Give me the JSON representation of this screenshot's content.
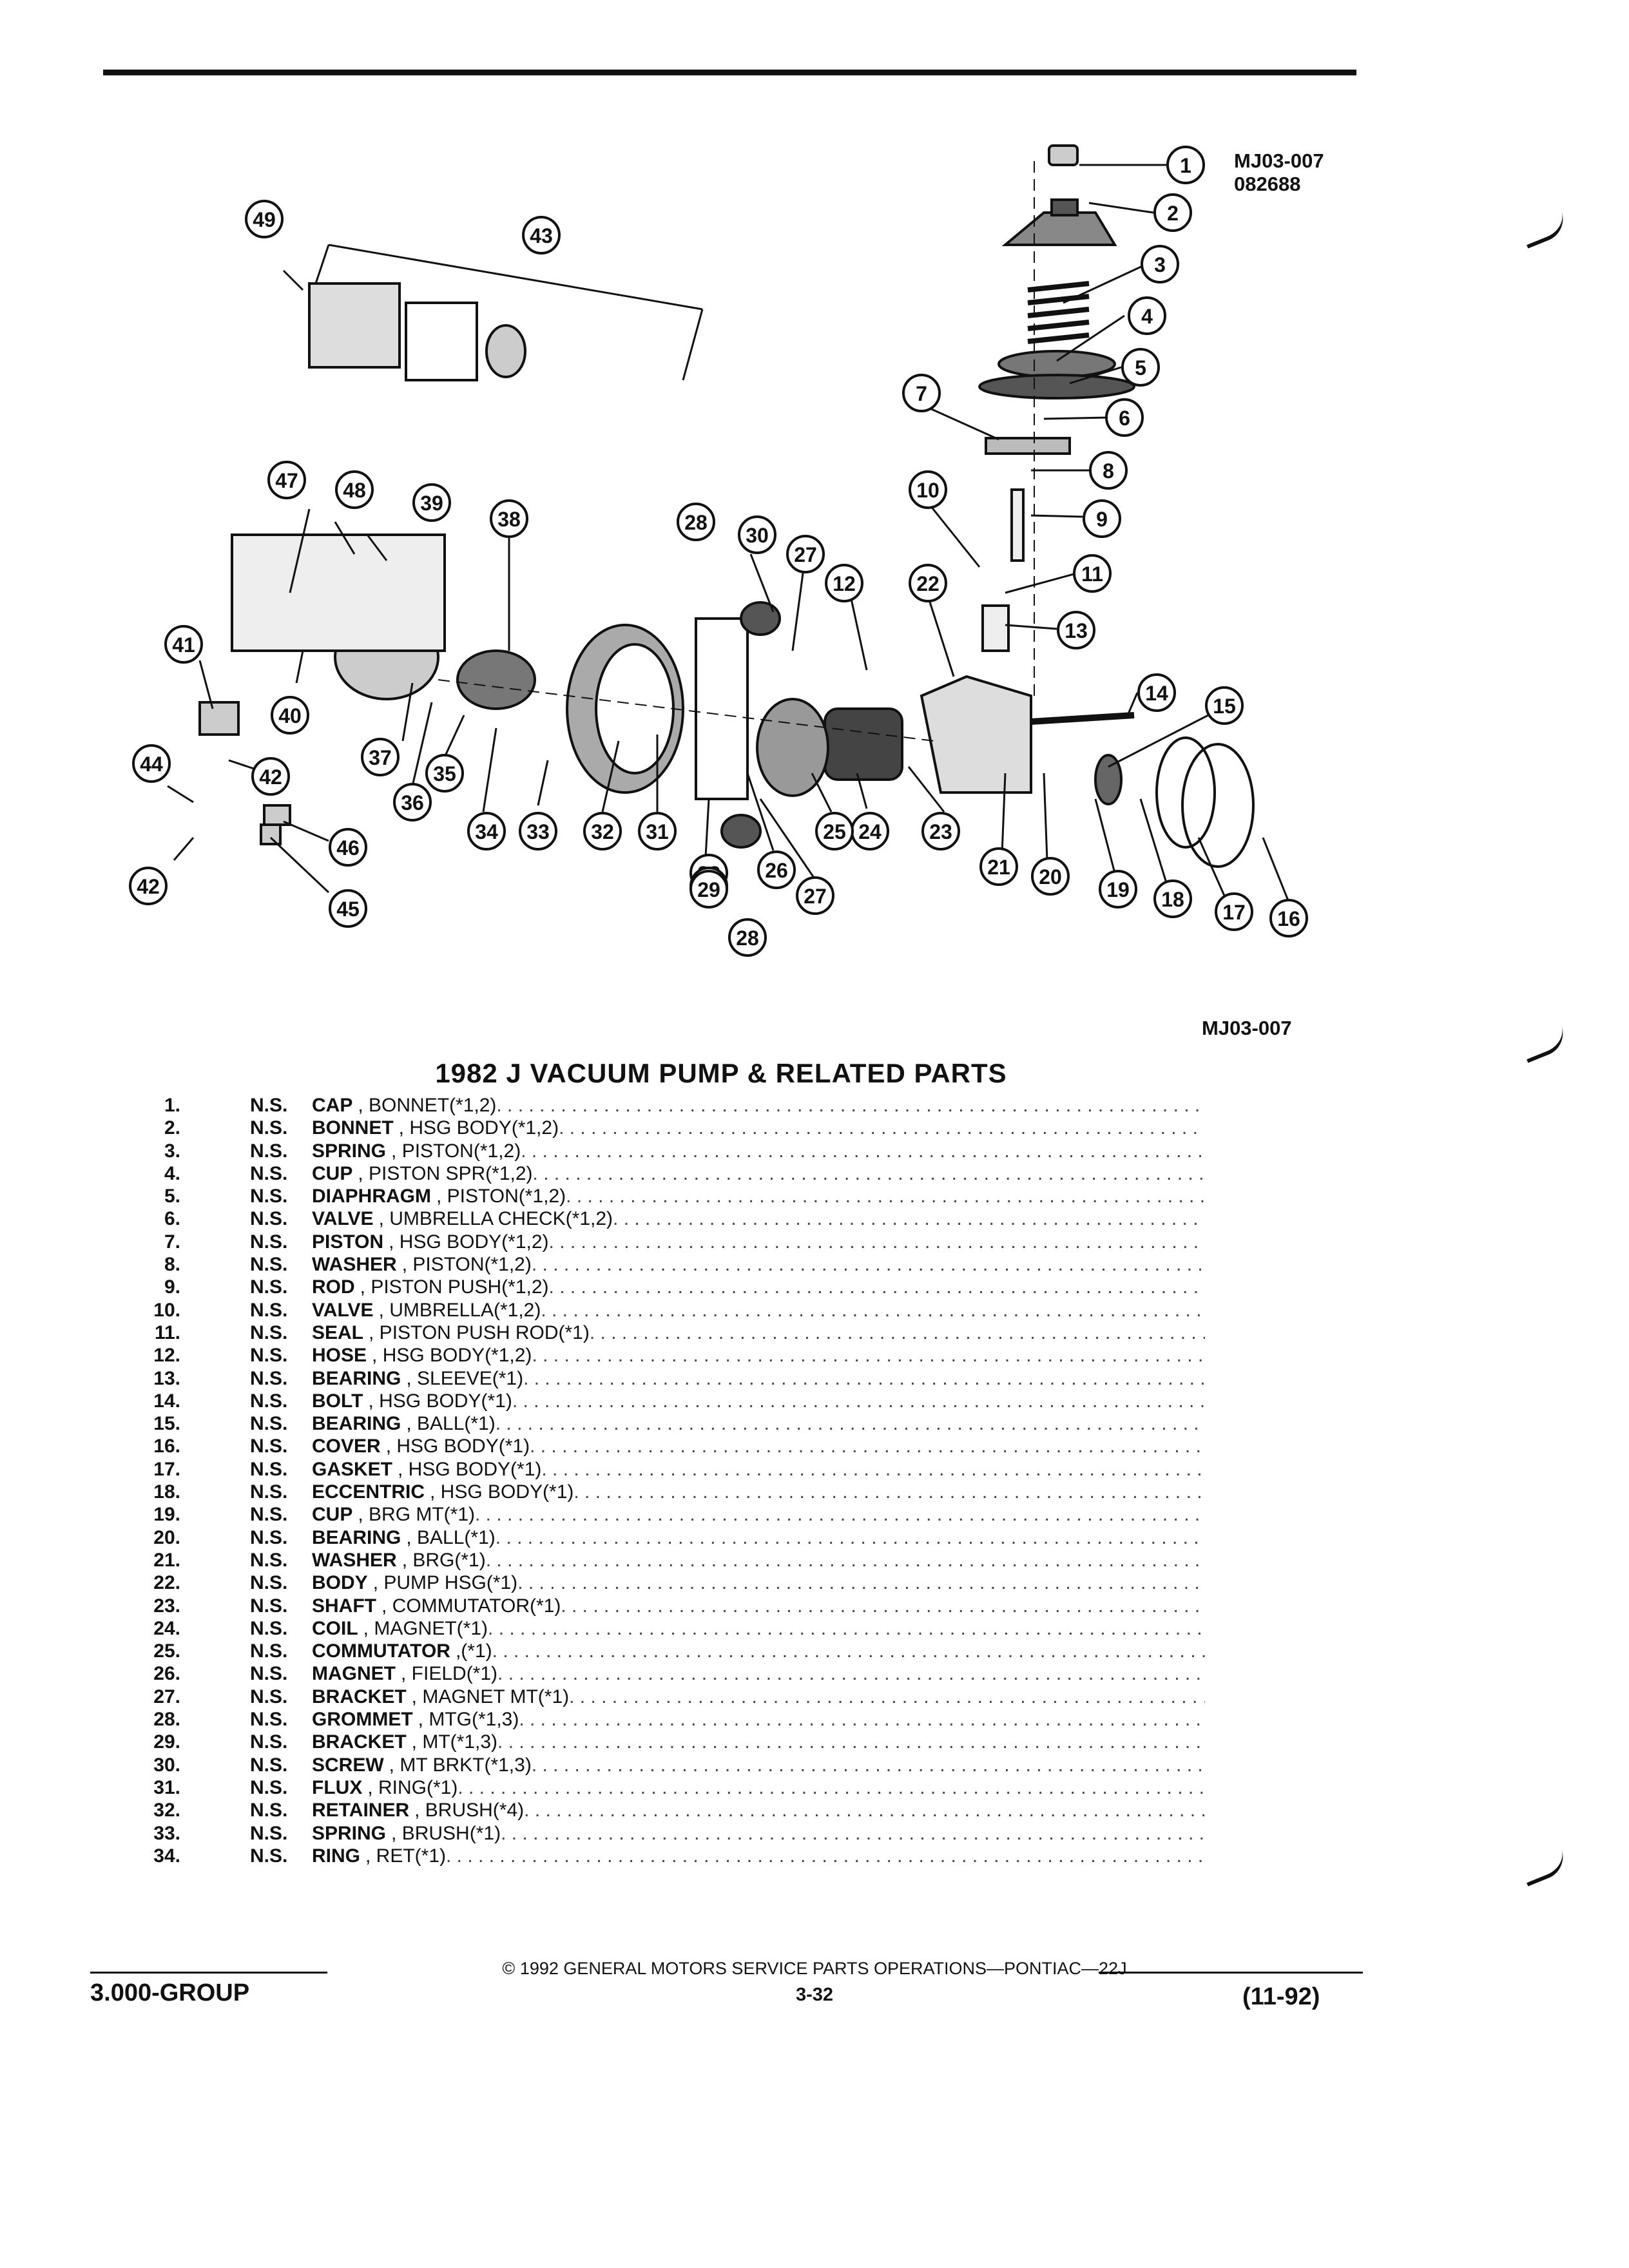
{
  "figure": {
    "id": "MJ03-007",
    "date_code": "082688",
    "bottom_id": "MJ03-007",
    "callouts": [
      "1",
      "2",
      "3",
      "4",
      "5",
      "6",
      "7",
      "8",
      "9",
      "10",
      "11",
      "12",
      "13",
      "14",
      "15",
      "16",
      "17",
      "18",
      "19",
      "20",
      "21",
      "22",
      "23",
      "24",
      "25",
      "26",
      "27",
      "28",
      "29",
      "30",
      "31",
      "32",
      "33",
      "34",
      "35",
      "36",
      "37",
      "38",
      "39",
      "40",
      "41",
      "42",
      "43",
      "44",
      "45",
      "46",
      "47",
      "48",
      "49"
    ]
  },
  "title": "1982 J VACUUM PUMP & RELATED PARTS",
  "parts": [
    {
      "num": "1.",
      "ns": "N.S.",
      "name": "CAP",
      "desc": ", BONNET(*1,2)"
    },
    {
      "num": "2.",
      "ns": "N.S.",
      "name": "BONNET",
      "desc": ", HSG BODY(*1,2)"
    },
    {
      "num": "3.",
      "ns": "N.S.",
      "name": "SPRING",
      "desc": ", PISTON(*1,2)"
    },
    {
      "num": "4.",
      "ns": "N.S.",
      "name": "CUP",
      "desc": ", PISTON SPR(*1,2)"
    },
    {
      "num": "5.",
      "ns": "N.S.",
      "name": "DIAPHRAGM",
      "desc": ", PISTON(*1,2)"
    },
    {
      "num": "6.",
      "ns": "N.S.",
      "name": "VALVE",
      "desc": ", UMBRELLA CHECK(*1,2)"
    },
    {
      "num": "7.",
      "ns": "N.S.",
      "name": "PISTON",
      "desc": ", HSG BODY(*1,2)"
    },
    {
      "num": "8.",
      "ns": "N.S.",
      "name": "WASHER",
      "desc": ", PISTON(*1,2)"
    },
    {
      "num": "9.",
      "ns": "N.S.",
      "name": "ROD",
      "desc": ", PISTON PUSH(*1,2)"
    },
    {
      "num": "10.",
      "ns": "N.S.",
      "name": "VALVE",
      "desc": ", UMBRELLA(*1,2)"
    },
    {
      "num": "11.",
      "ns": "N.S.",
      "name": "SEAL",
      "desc": ", PISTON PUSH ROD(*1)"
    },
    {
      "num": "12.",
      "ns": "N.S.",
      "name": "HOSE",
      "desc": ", HSG BODY(*1,2)"
    },
    {
      "num": "13.",
      "ns": "N.S.",
      "name": "BEARING",
      "desc": ", SLEEVE(*1)"
    },
    {
      "num": "14.",
      "ns": "N.S.",
      "name": "BOLT",
      "desc": ", HSG BODY(*1)"
    },
    {
      "num": "15.",
      "ns": "N.S.",
      "name": "BEARING",
      "desc": ", BALL(*1)"
    },
    {
      "num": "16.",
      "ns": "N.S.",
      "name": "COVER",
      "desc": ", HSG BODY(*1)"
    },
    {
      "num": "17.",
      "ns": "N.S.",
      "name": "GASKET",
      "desc": ", HSG BODY(*1)"
    },
    {
      "num": "18.",
      "ns": "N.S.",
      "name": "ECCENTRIC",
      "desc": ", HSG BODY(*1)"
    },
    {
      "num": "19.",
      "ns": "N.S.",
      "name": "CUP",
      "desc": ", BRG MT(*1)"
    },
    {
      "num": "20.",
      "ns": "N.S.",
      "name": "BEARING",
      "desc": ", BALL(*1)"
    },
    {
      "num": "21.",
      "ns": "N.S.",
      "name": "WASHER",
      "desc": ", BRG(*1)"
    },
    {
      "num": "22.",
      "ns": "N.S.",
      "name": "BODY",
      "desc": ", PUMP HSG(*1)"
    },
    {
      "num": "23.",
      "ns": "N.S.",
      "name": "SHAFT",
      "desc": ", COMMUTATOR(*1)"
    },
    {
      "num": "24.",
      "ns": "N.S.",
      "name": "COIL",
      "desc": ", MAGNET(*1)"
    },
    {
      "num": "25.",
      "ns": "N.S.",
      "name": "COMMUTATOR",
      "desc": ",(*1)"
    },
    {
      "num": "26.",
      "ns": "N.S.",
      "name": "MAGNET",
      "desc": ", FIELD(*1)"
    },
    {
      "num": "27.",
      "ns": "N.S.",
      "name": "BRACKET",
      "desc": ", MAGNET MT(*1)"
    },
    {
      "num": "28.",
      "ns": "N.S.",
      "name": "GROMMET",
      "desc": ", MTG(*1,3)"
    },
    {
      "num": "29.",
      "ns": "N.S.",
      "name": "BRACKET",
      "desc": ", MT(*1,3)"
    },
    {
      "num": "30.",
      "ns": "N.S.",
      "name": "SCREW",
      "desc": ", MT BRKT(*1,3)"
    },
    {
      "num": "31.",
      "ns": "N.S.",
      "name": "FLUX",
      "desc": ", RING(*1)"
    },
    {
      "num": "32.",
      "ns": "N.S.",
      "name": "RETAINER",
      "desc": ", BRUSH(*4)"
    },
    {
      "num": "33.",
      "ns": "N.S.",
      "name": "SPRING",
      "desc": ", BRUSH(*1)"
    },
    {
      "num": "34.",
      "ns": "N.S.",
      "name": "RING",
      "desc": ", RET(*1)"
    }
  ],
  "footer": {
    "copyright": "© 1992 GENERAL MOTORS SERVICE PARTS OPERATIONS—PONTIAC—22J",
    "group": "3.000-GROUP",
    "page": "3-32",
    "date": "(11-92)"
  }
}
